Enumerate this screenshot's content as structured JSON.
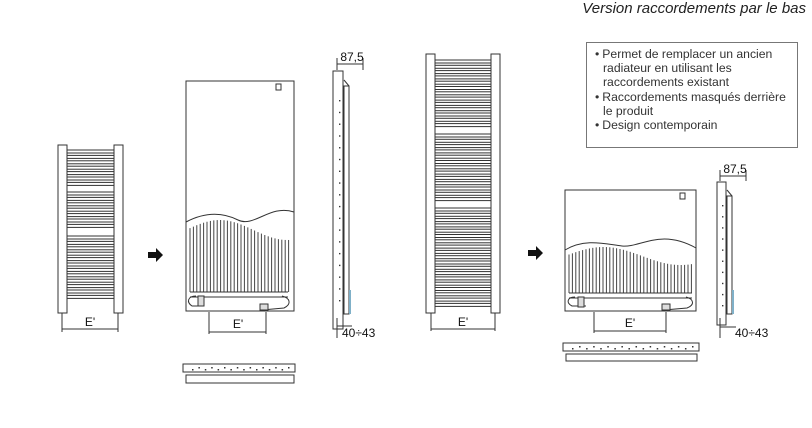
{
  "title": "Version raccordements par le bas",
  "features": [
    "Permet de remplacer un ancien radiateur en utilisant les raccordements existant",
    "Raccordements masqués derrière le produit",
    "Design contemporain"
  ],
  "dimensions": {
    "depth": "87,5",
    "wall_gap": "40÷43",
    "pipe_spacing": "E'"
  },
  "colors": {
    "line": "#333333",
    "pipe_accent": "#7fb0c8"
  }
}
